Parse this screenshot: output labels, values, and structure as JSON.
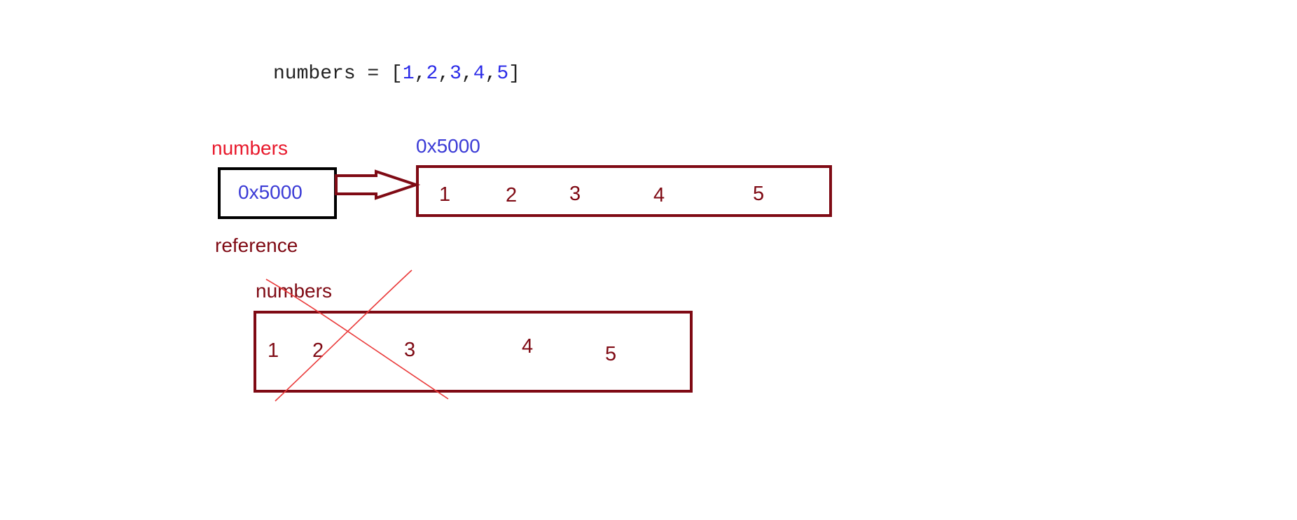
{
  "code_line": {
    "prefix": "numbers = [",
    "values": [
      "1",
      "2",
      "3",
      "4",
      "5"
    ],
    "separator": ",",
    "suffix": "]"
  },
  "reference_variable": {
    "name": "numbers",
    "value": "0x5000",
    "caption": "reference"
  },
  "heap_object": {
    "address": "0x5000",
    "cells": [
      "1",
      "2",
      "3",
      "4",
      "5"
    ]
  },
  "crossed_object": {
    "name": "numbers",
    "cells": [
      "1",
      "2",
      "3",
      "4",
      "5"
    ]
  },
  "colors": {
    "code_text": "#222222",
    "code_numbers": "#2a2ae8",
    "variable_name": "#e8192c",
    "address": "#3b3bd6",
    "dark_red": "#7f0a14",
    "box_black": "#000000",
    "strike": "#ea3a3a"
  }
}
